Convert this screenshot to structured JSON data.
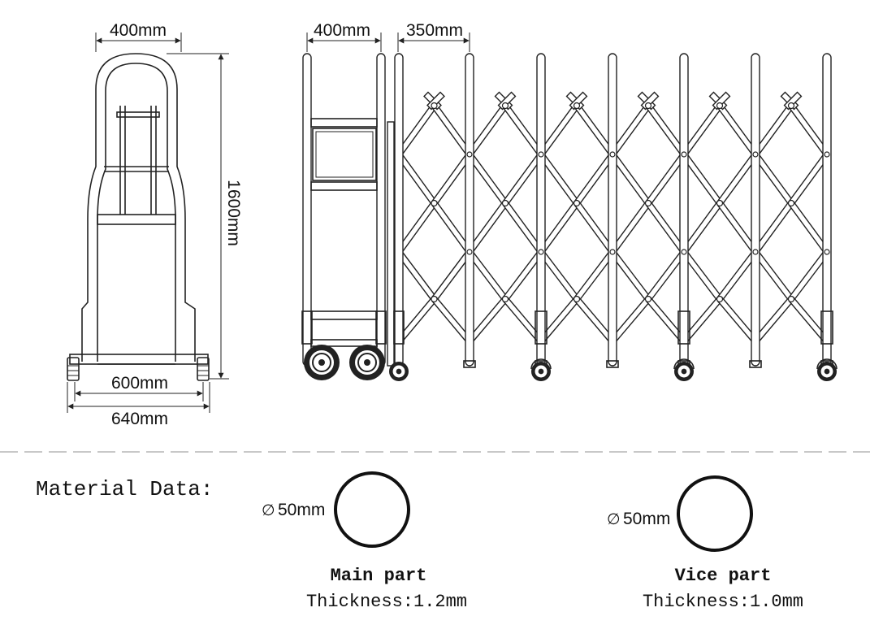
{
  "side_view": {
    "top_width": "400mm",
    "height": "1600mm",
    "base_inner_width": "600mm",
    "base_outer_width": "640mm"
  },
  "front_view": {
    "head_width": "400mm",
    "section_spacing": "350mm"
  },
  "material": {
    "heading": "Material Data:",
    "main": {
      "diameter": "50mm",
      "name": "Main part",
      "thickness": "Thickness:1.2mm"
    },
    "vice": {
      "diameter": "50mm",
      "name": "Vice part",
      "thickness": "Thickness:1.0mm"
    }
  },
  "colors": {
    "line": "#222222",
    "divider": "#c8c8c8",
    "background": "#ffffff"
  }
}
